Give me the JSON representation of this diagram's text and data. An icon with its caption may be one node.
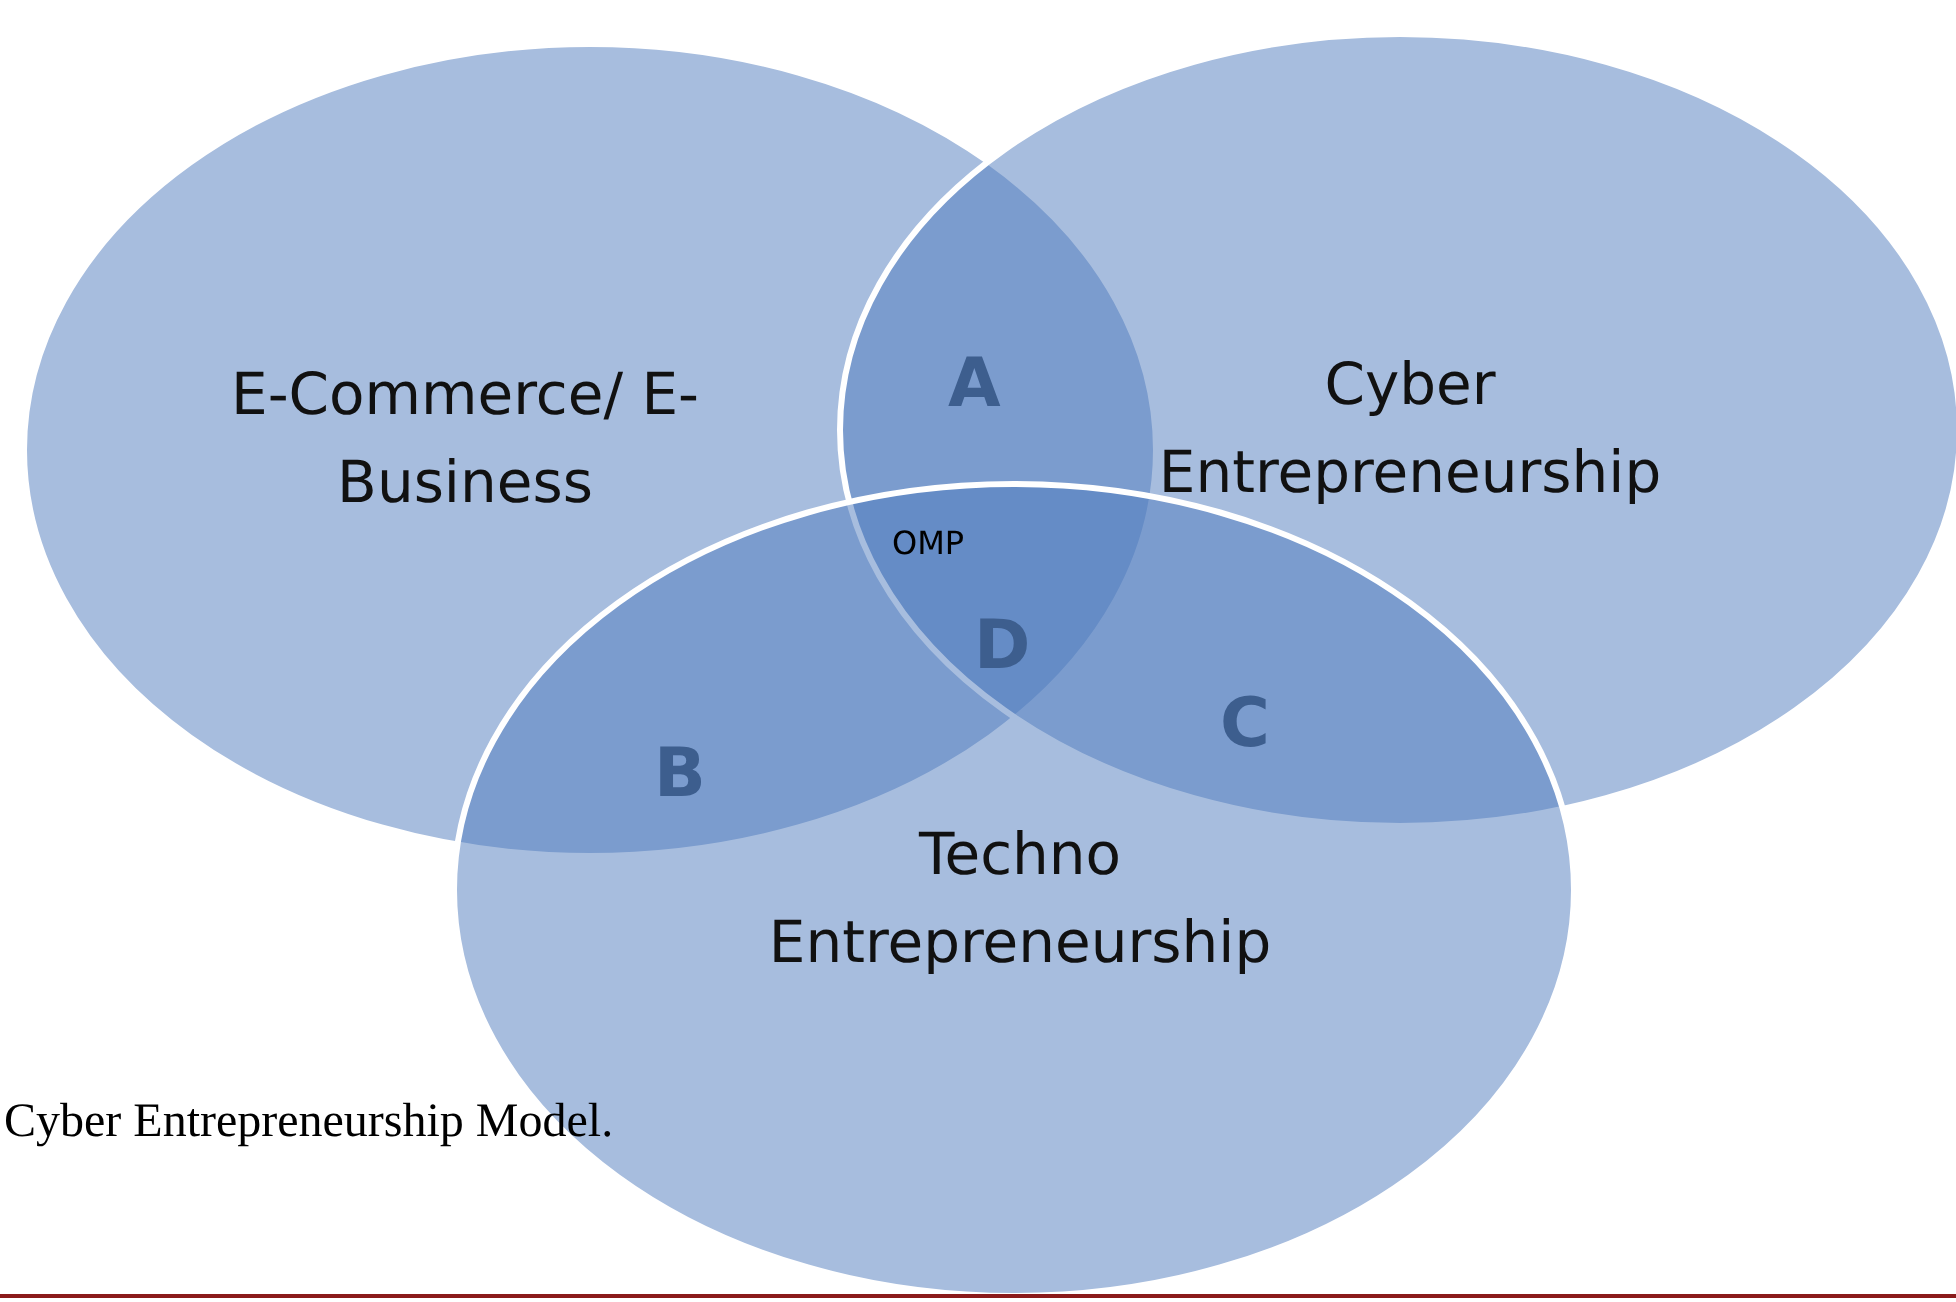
{
  "diagram": {
    "caption": "Cyber Entrepreneurship Model.",
    "nodes": [
      {
        "text": [
          "E-Commerce/ E-Business"
        ]
      },
      {
        "text": [
          "Cyber Entrepreneurship"
        ]
      },
      {
        "text": [
          "Techno Entrepreneurship"
        ]
      }
    ],
    "labels": [
      "A",
      "OMP",
      "D",
      "B",
      "C"
    ]
  }
}
